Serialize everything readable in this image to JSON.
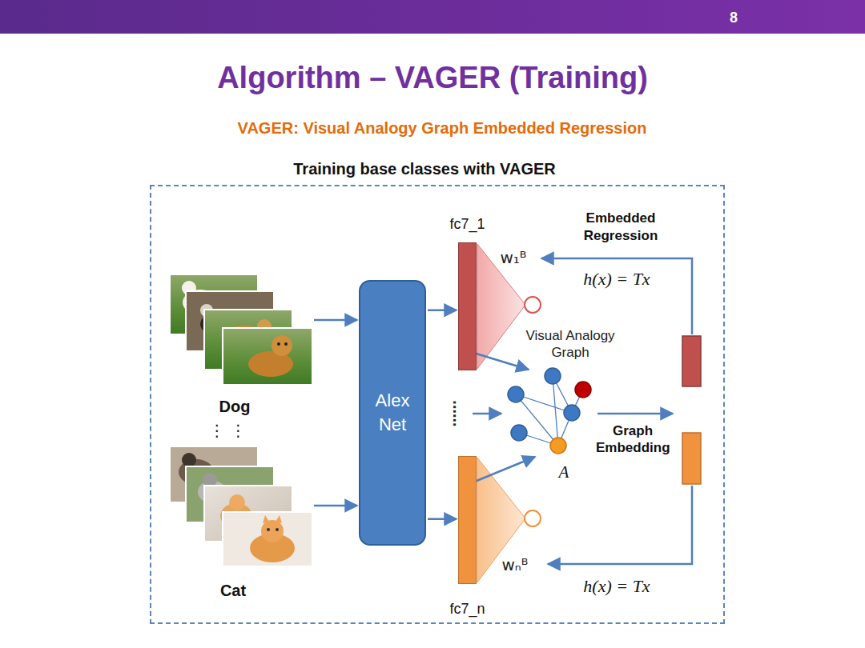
{
  "diagram": {
    "title": "Algorithm – VAGER (Training)",
    "nodes": [
      {
        "text": [
          "Training base classes with VAGER"
        ]
      },
      {
        "text": [
          "Dog"
        ],
        "in": 0
      },
      {
        "text": [
          "Cat"
        ],
        "in": 0
      },
      {
        "text": [
          "Alex Net"
        ],
        "in": 0
      },
      {
        "text": [
          "fc7_1"
        ],
        "in": 0
      },
      {
        "text": [
          "fc7_n"
        ],
        "in": 0
      }
    ],
    "edges": [
      {
        "from": 1,
        "to": 3,
        "arrow": "to"
      },
      {
        "from": 2,
        "to": 3,
        "arrow": "to"
      },
      {
        "from": 3,
        "to": 4,
        "arrow": "to"
      },
      {
        "from": 3,
        "to": 5,
        "arrow": "to"
      }
    ],
    "labels": [
      "8",
      "VAGER: Visual Analogy Graph Embedded Regression",
      "Embedded Regression",
      "w₁ᴮ",
      "h(x) = Tx",
      "Visual Analogy Graph",
      "⋮ ⋮",
      "......",
      "Graph Embedding",
      "A",
      "wₙᴮ",
      "h(x) = Tx"
    ]
  }
}
